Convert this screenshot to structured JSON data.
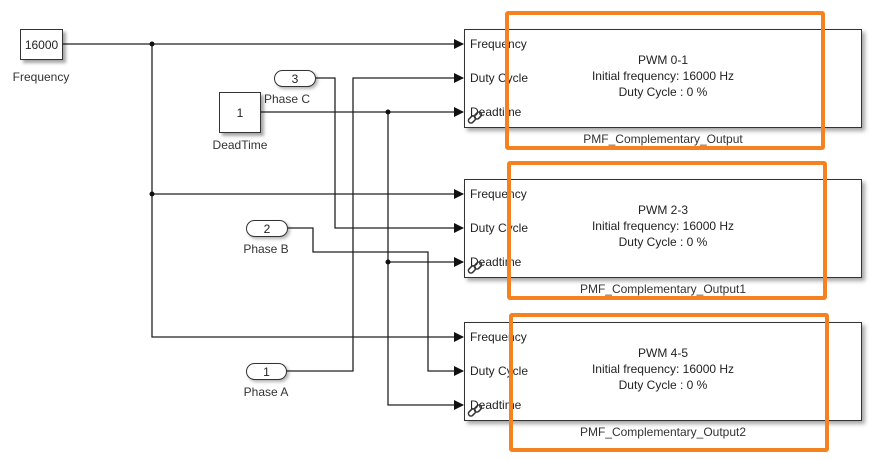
{
  "diagram": {
    "constants": [
      {
        "id": "frequency",
        "value": "16000",
        "label": "Frequency"
      },
      {
        "id": "deadtime",
        "value": "1",
        "label": "DeadTime"
      }
    ],
    "inports": [
      {
        "id": "phase-c",
        "number": "3",
        "label": "Phase C"
      },
      {
        "id": "phase-b",
        "number": "2",
        "label": "Phase B"
      },
      {
        "id": "phase-a",
        "number": "1",
        "label": "Phase A"
      }
    ],
    "subsystems": [
      {
        "name": "PMF_Complementary_Output",
        "title": "PWM 0-1",
        "line2": "Initial frequency: 16000 Hz",
        "line3": "Duty Cycle : 0 %",
        "ports": [
          "Frequency",
          "Duty Cycle",
          "Deadtime"
        ]
      },
      {
        "name": "PMF_Complementary_Output1",
        "title": "PWM 2-3",
        "line2": "Initial frequency: 16000 Hz",
        "line3": "Duty Cycle : 0 %",
        "ports": [
          "Frequency",
          "Duty Cycle",
          "Deadtime"
        ]
      },
      {
        "name": "PMF_Complementary_Output2",
        "title": "PWM 4-5",
        "line2": "Initial frequency: 16000 Hz",
        "line3": "Duty Cycle : 0 %",
        "ports": [
          "Frequency",
          "Duty Cycle",
          "Deadtime"
        ]
      }
    ],
    "highlight_color": "#f58220",
    "link_icon": "library-link-icon"
  }
}
